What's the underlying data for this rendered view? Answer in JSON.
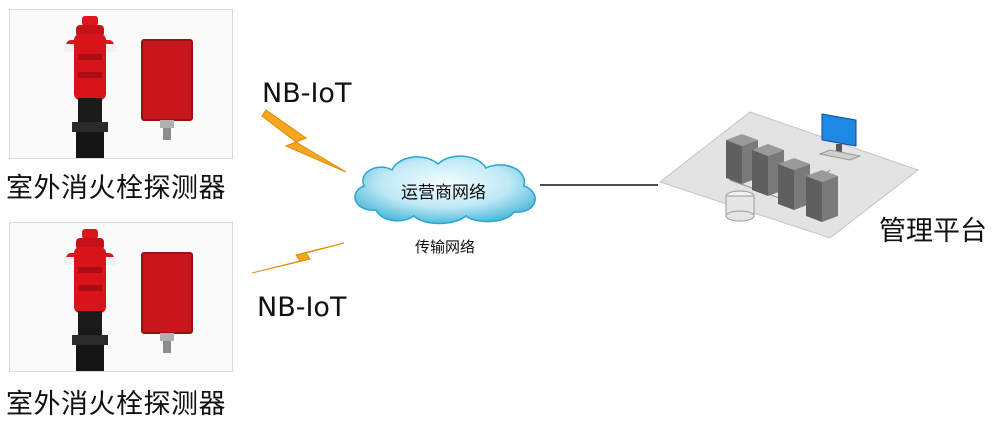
{
  "devices": [
    {
      "label": "室外消火栓探测器",
      "link": "NB-IoT"
    },
    {
      "label": "室外消火栓探测器",
      "link": "NB-IoT"
    }
  ],
  "cloud": {
    "label": "运营商网络"
  },
  "network": {
    "label": "传输网络"
  },
  "platform": {
    "label": "管理平台"
  },
  "colors": {
    "hydrant_red": "#e0151b",
    "box_red": "#c8161d",
    "lightning": "#f5a623",
    "cloud_light": "#d9f3fb",
    "cloud_dark": "#3fb2d7",
    "platform_floor": "#e3e3e3",
    "monitor_blue": "#1e88e5"
  }
}
